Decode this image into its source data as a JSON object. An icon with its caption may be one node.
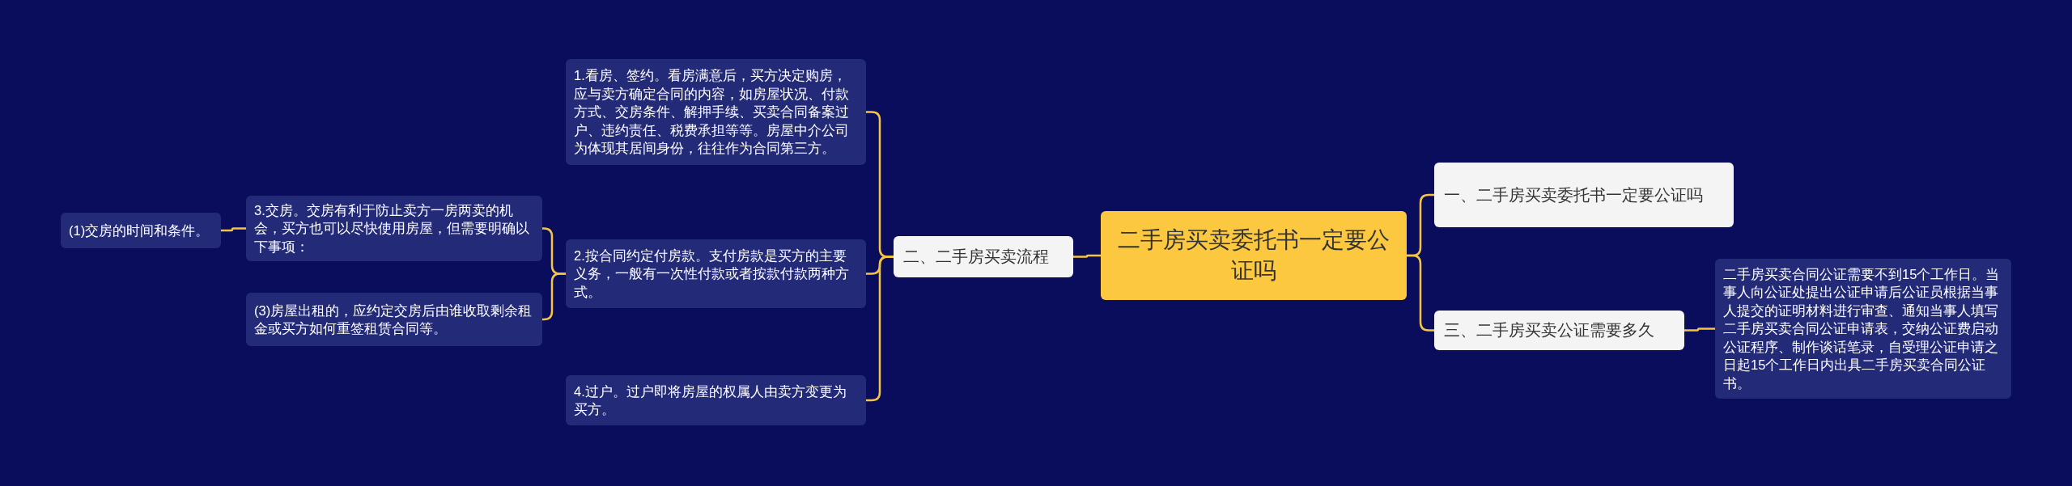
{
  "diagram": {
    "nodes": [
      {
        "text": [
          "二手房买卖委托书一定要公证吗"
        ]
      },
      {
        "text": [
          "一、二手房买卖委托书一定要公证吗"
        ]
      },
      {
        "text": [
          "三、二手房买卖公证需要多久"
        ]
      },
      {
        "text": [
          "二手房买卖合同公证需要不到15个工作日。当事人向公证处提出公证申请后公证员根据当事人提交的证明材料进行审查、通知当事人填写二手房买卖合同公证申请表，交纳公证费启动公证程序、制作谈话笔录，自受理公证申请之日起15个工作日内出具二手房买卖合同公证书。"
        ]
      },
      {
        "text": [
          "二、二手房买卖流程"
        ]
      },
      {
        "text": [
          "1.看房、签约。看房满意后，买方决定购房，应与卖方确定合同的内容，如房屋状况、付款方式、交房条件、解押手续、买卖合同备案过户、违约责任、税费承担等等。房屋中介公司为体现其居间身份，往往作为合同第三方。"
        ]
      },
      {
        "text": [
          "2.按合同约定付房款。支付房款是买方的主要义务，一般有一次性付款或者按款付款两种方式。"
        ]
      },
      {
        "text": [
          "4.过户。过户即将房屋的权属人由卖方变更为买方。"
        ]
      },
      {
        "text": [
          "3.交房。交房有利于防止卖方一房两卖的机会，买方也可以尽快使用房屋，但需要明确以下事项："
        ]
      },
      {
        "text": [
          "(3)房屋出租的，应约定交房后由谁收取剩余租金或买方如何重签租赁合同等。"
        ]
      },
      {
        "text": [
          "(1)交房的时间和条件。"
        ]
      }
    ],
    "edges": [
      {
        "from": 0,
        "to": 1,
        "arrow": "none"
      },
      {
        "from": 0,
        "to": 2,
        "arrow": "none"
      },
      {
        "from": 2,
        "to": 3,
        "arrow": "none"
      },
      {
        "from": 0,
        "to": 4,
        "arrow": "none"
      },
      {
        "from": 4,
        "to": 5,
        "arrow": "none"
      },
      {
        "from": 4,
        "to": 6,
        "arrow": "none"
      },
      {
        "from": 4,
        "to": 7,
        "arrow": "none"
      },
      {
        "from": 6,
        "to": 8,
        "arrow": "none"
      },
      {
        "from": 6,
        "to": 9,
        "arrow": "none"
      },
      {
        "from": 8,
        "to": 10,
        "arrow": "none"
      }
    ]
  }
}
